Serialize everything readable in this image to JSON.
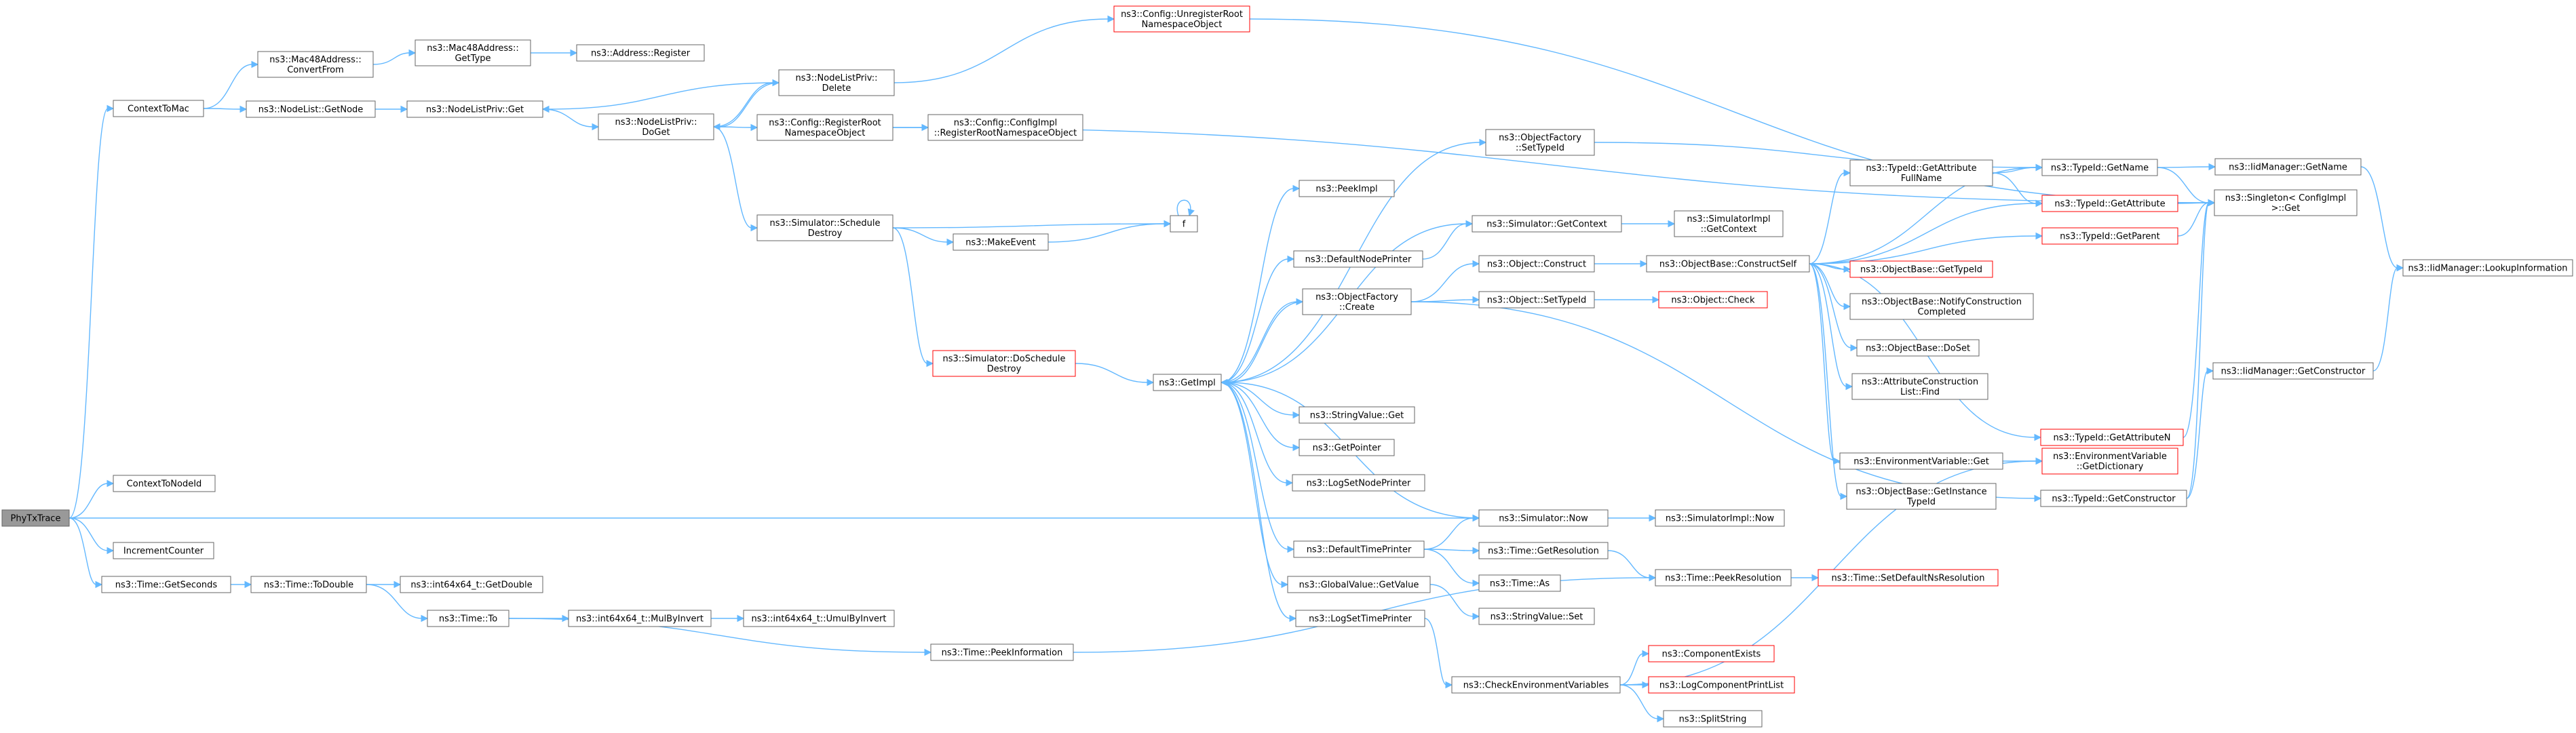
{
  "nodes": [
    {
      "id": "phytx",
      "lines": [
        "PhyTxTrace"
      ],
      "root": true
    },
    {
      "id": "ctxmac",
      "lines": [
        "ContextToMac"
      ]
    },
    {
      "id": "ctxnode",
      "lines": [
        "ContextToNodeId"
      ]
    },
    {
      "id": "incr",
      "lines": [
        "IncrementCounter"
      ]
    },
    {
      "id": "getsec",
      "lines": [
        "ns3::Time::GetSeconds"
      ]
    },
    {
      "id": "mac48conv",
      "lines": [
        "ns3::Mac48Address::",
        "ConvertFrom"
      ]
    },
    {
      "id": "nodelistget",
      "lines": [
        "ns3::NodeList::GetNode"
      ]
    },
    {
      "id": "mac48type",
      "lines": [
        "ns3::Mac48Address::",
        "GetType"
      ]
    },
    {
      "id": "addrreg",
      "lines": [
        "ns3::Address::Register"
      ]
    },
    {
      "id": "nlpget",
      "lines": [
        "ns3::NodeListPriv::Get"
      ]
    },
    {
      "id": "nlpdoget",
      "lines": [
        "ns3::NodeListPriv::",
        "DoGet"
      ]
    },
    {
      "id": "nlpdelete",
      "lines": [
        "ns3::NodeListPriv::",
        "Delete"
      ]
    },
    {
      "id": "cfgunreg",
      "lines": [
        "ns3::Config::UnregisterRoot",
        "NamespaceObject"
      ],
      "truncated": true
    },
    {
      "id": "cfgreg",
      "lines": [
        "ns3::Config::RegisterRoot",
        "NamespaceObject"
      ]
    },
    {
      "id": "cfgimplreg",
      "lines": [
        "ns3::Config::ConfigImpl",
        "::RegisterRootNamespaceObject"
      ]
    },
    {
      "id": "simschedd",
      "lines": [
        "ns3::Simulator::Schedule",
        "Destroy"
      ]
    },
    {
      "id": "makeevent",
      "lines": [
        "ns3::MakeEvent"
      ]
    },
    {
      "id": "f",
      "lines": [
        "f"
      ]
    },
    {
      "id": "simdosched",
      "lines": [
        "ns3::Simulator::DoSchedule",
        "Destroy"
      ],
      "truncated": true
    },
    {
      "id": "getimpl",
      "lines": [
        "ns3::GetImpl"
      ]
    },
    {
      "id": "objfactsettype",
      "lines": [
        "ns3::ObjectFactory",
        "::SetTypeId"
      ]
    },
    {
      "id": "peekimpl",
      "lines": [
        "ns3::PeekImpl"
      ]
    },
    {
      "id": "simgetctx",
      "lines": [
        "ns3::Simulator::GetContext"
      ]
    },
    {
      "id": "simimplgetctx",
      "lines": [
        "ns3::SimulatorImpl",
        "::GetContext"
      ]
    },
    {
      "id": "defnodeprinter",
      "lines": [
        "ns3::DefaultNodePrinter"
      ]
    },
    {
      "id": "objfactcreate",
      "lines": [
        "ns3::ObjectFactory",
        "::Create"
      ]
    },
    {
      "id": "objconstruct",
      "lines": [
        "ns3::Object::Construct"
      ]
    },
    {
      "id": "objsettype",
      "lines": [
        "ns3::Object::SetTypeId"
      ]
    },
    {
      "id": "objcheck",
      "lines": [
        "ns3::Object::Check"
      ],
      "truncated": true
    },
    {
      "id": "objbaseconstruct",
      "lines": [
        "ns3::ObjectBase::ConstructSelf"
      ]
    },
    {
      "id": "strvalget",
      "lines": [
        "ns3::StringValue::Get"
      ]
    },
    {
      "id": "getpointer",
      "lines": [
        "ns3::GetPointer"
      ]
    },
    {
      "id": "logsetnode",
      "lines": [
        "ns3::LogSetNodePrinter"
      ]
    },
    {
      "id": "simnow",
      "lines": [
        "ns3::Simulator::Now"
      ]
    },
    {
      "id": "simimplnow",
      "lines": [
        "ns3::SimulatorImpl::Now"
      ]
    },
    {
      "id": "deftimeprinter",
      "lines": [
        "ns3::DefaultTimePrinter"
      ]
    },
    {
      "id": "timegetres",
      "lines": [
        "ns3::Time::GetResolution"
      ]
    },
    {
      "id": "timeas",
      "lines": [
        "ns3::Time::As"
      ]
    },
    {
      "id": "globalvalget",
      "lines": [
        "ns3::GlobalValue::GetValue"
      ]
    },
    {
      "id": "strvalset",
      "lines": [
        "ns3::StringValue::Set"
      ]
    },
    {
      "id": "logsettime",
      "lines": [
        "ns3::LogSetTimePrinter"
      ]
    },
    {
      "id": "timepeekres",
      "lines": [
        "ns3::Time::PeekResolution"
      ]
    },
    {
      "id": "timesetdef",
      "lines": [
        "ns3::Time::SetDefaultNsResolution"
      ],
      "truncated": true
    },
    {
      "id": "checkenv",
      "lines": [
        "ns3::CheckEnvironmentVariables"
      ]
    },
    {
      "id": "compexists",
      "lines": [
        "ns3::ComponentExists"
      ],
      "truncated": true
    },
    {
      "id": "logcompprint",
      "lines": [
        "ns3::LogComponentPrintList"
      ],
      "truncated": true
    },
    {
      "id": "splitstring",
      "lines": [
        "ns3::SplitString"
      ]
    },
    {
      "id": "todouble",
      "lines": [
        "ns3::Time::ToDouble"
      ]
    },
    {
      "id": "int64getdouble",
      "lines": [
        "ns3::int64x64_t::GetDouble"
      ]
    },
    {
      "id": "timeto",
      "lines": [
        "ns3::Time::To"
      ]
    },
    {
      "id": "int64mulbyinv",
      "lines": [
        "ns3::int64x64_t::MulByInvert"
      ]
    },
    {
      "id": "int64umulbyinv",
      "lines": [
        "ns3::int64x64_t::UmulByInvert"
      ]
    },
    {
      "id": "timepeekinfo",
      "lines": [
        "ns3::Time::PeekInformation"
      ]
    },
    {
      "id": "typeidgetattrfull",
      "lines": [
        "ns3::TypeId::GetAttribute",
        "FullName"
      ]
    },
    {
      "id": "typeidgetname",
      "lines": [
        "ns3::TypeId::GetName"
      ]
    },
    {
      "id": "typeidgetattr",
      "lines": [
        "ns3::TypeId::GetAttribute"
      ],
      "truncated": true
    },
    {
      "id": "typeidgetparent",
      "lines": [
        "ns3::TypeId::GetParent"
      ],
      "truncated": true
    },
    {
      "id": "objbasegettype",
      "lines": [
        "ns3::ObjectBase::GetTypeId"
      ],
      "truncated": true
    },
    {
      "id": "objbasenotify",
      "lines": [
        "ns3::ObjectBase::NotifyConstruction",
        "Completed"
      ]
    },
    {
      "id": "objbasedoset",
      "lines": [
        "ns3::ObjectBase::DoSet"
      ]
    },
    {
      "id": "attrconstrfind",
      "lines": [
        "ns3::AttributeConstruction",
        "List::Find"
      ]
    },
    {
      "id": "typeidgetattrn",
      "lines": [
        "ns3::TypeId::GetAttributeN"
      ],
      "truncated": true
    },
    {
      "id": "envvarget",
      "lines": [
        "ns3::EnvironmentVariable::Get"
      ]
    },
    {
      "id": "objbasegetinst",
      "lines": [
        "ns3::ObjectBase::GetInstance",
        "TypeId"
      ]
    },
    {
      "id": "envvardict",
      "lines": [
        "ns3::EnvironmentVariable",
        "::GetDictionary"
      ],
      "truncated": true
    },
    {
      "id": "typeidgetctor",
      "lines": [
        "ns3::TypeId::GetConstructor"
      ]
    },
    {
      "id": "iidgetname",
      "lines": [
        "ns3::IidManager::GetName"
      ]
    },
    {
      "id": "singletonget",
      "lines": [
        "ns3::Singleton< ConfigImpl",
        " >::Get"
      ]
    },
    {
      "id": "iidlookup",
      "lines": [
        "ns3::IidManager::LookupInformation"
      ]
    },
    {
      "id": "iidgetctor",
      "lines": [
        "ns3::IidManager::GetConstructor"
      ]
    }
  ],
  "edges": [
    [
      "phytx",
      "ctxmac"
    ],
    [
      "phytx",
      "ctxnode"
    ],
    [
      "phytx",
      "incr"
    ],
    [
      "phytx",
      "getsec"
    ],
    [
      "phytx",
      "simnow"
    ],
    [
      "ctxmac",
      "mac48conv"
    ],
    [
      "ctxmac",
      "nodelistget"
    ],
    [
      "mac48conv",
      "mac48type"
    ],
    [
      "mac48type",
      "addrreg"
    ],
    [
      "nodelistget",
      "nlpget"
    ],
    [
      "nlpget",
      "nlpdoget"
    ],
    [
      "nlpdoget",
      "nlpdelete"
    ],
    [
      "nlpdelete",
      "nlpget"
    ],
    [
      "nlpdelete",
      "nlpdoget"
    ],
    [
      "nlpdelete",
      "cfgunreg"
    ],
    [
      "nlpdoget",
      "cfgreg"
    ],
    [
      "nlpdoget",
      "simschedd"
    ],
    [
      "cfgreg",
      "cfgimplreg"
    ],
    [
      "cfgreg",
      "singletonget"
    ],
    [
      "cfgunreg",
      "singletonget"
    ],
    [
      "simschedd",
      "makeevent"
    ],
    [
      "simschedd",
      "f"
    ],
    [
      "simschedd",
      "simdosched"
    ],
    [
      "makeevent",
      "f"
    ],
    [
      "f",
      "f"
    ],
    [
      "simdosched",
      "getimpl"
    ],
    [
      "getimpl",
      "objfactsettype"
    ],
    [
      "getimpl",
      "peekimpl"
    ],
    [
      "getimpl",
      "simgetctx"
    ],
    [
      "getimpl",
      "defnodeprinter"
    ],
    [
      "getimpl",
      "objfactcreate"
    ],
    [
      "getimpl",
      "strvalget"
    ],
    [
      "getimpl",
      "getpointer"
    ],
    [
      "getimpl",
      "logsetnode"
    ],
    [
      "getimpl",
      "deftimeprinter"
    ],
    [
      "getimpl",
      "globalvalget"
    ],
    [
      "getimpl",
      "logsettime"
    ],
    [
      "objfactsettype",
      "typeidgetname"
    ],
    [
      "simgetctx",
      "simimplgetctx"
    ],
    [
      "defnodeprinter",
      "simgetctx"
    ],
    [
      "objfactcreate",
      "getimpl"
    ],
    [
      "objfactcreate",
      "objconstruct"
    ],
    [
      "objfactcreate",
      "objsettype"
    ],
    [
      "objfactcreate",
      "typeidgetctor"
    ],
    [
      "objconstruct",
      "objbaseconstruct"
    ],
    [
      "objsettype",
      "objcheck"
    ],
    [
      "objbaseconstruct",
      "typeidgetattrfull"
    ],
    [
      "objbaseconstruct",
      "typeidgetname"
    ],
    [
      "objbaseconstruct",
      "typeidgetattr"
    ],
    [
      "objbaseconstruct",
      "typeidgetparent"
    ],
    [
      "objbaseconstruct",
      "objbasegettype"
    ],
    [
      "objbaseconstruct",
      "objbasenotify"
    ],
    [
      "objbaseconstruct",
      "objbasedoset"
    ],
    [
      "objbaseconstruct",
      "attrconstrfind"
    ],
    [
      "objbaseconstruct",
      "typeidgetattrn"
    ],
    [
      "objbaseconstruct",
      "envvarget"
    ],
    [
      "objbaseconstruct",
      "objbasegetinst"
    ],
    [
      "typeidgetattrfull",
      "typeidgetname"
    ],
    [
      "typeidgetattrfull",
      "typeidgetattr"
    ],
    [
      "typeidgetname",
      "iidgetname"
    ],
    [
      "typeidgetname",
      "singletonget"
    ],
    [
      "typeidgetattr",
      "singletonget"
    ],
    [
      "typeidgetparent",
      "singletonget"
    ],
    [
      "typeidgetattrn",
      "singletonget"
    ],
    [
      "iidgetname",
      "iidlookup"
    ],
    [
      "typeidgetctor",
      "iidgetctor"
    ],
    [
      "typeidgetctor",
      "singletonget"
    ],
    [
      "iidgetctor",
      "iidlookup"
    ],
    [
      "envvarget",
      "envvardict"
    ],
    [
      "simnow",
      "getimpl"
    ],
    [
      "simnow",
      "simimplnow"
    ],
    [
      "deftimeprinter",
      "simnow"
    ],
    [
      "deftimeprinter",
      "timegetres"
    ],
    [
      "deftimeprinter",
      "timeas"
    ],
    [
      "timegetres",
      "timepeekres"
    ],
    [
      "timepeekres",
      "timesetdef"
    ],
    [
      "globalvalget",
      "strvalset"
    ],
    [
      "logsettime",
      "checkenv"
    ],
    [
      "checkenv",
      "compexists"
    ],
    [
      "checkenv",
      "logcompprint"
    ],
    [
      "checkenv",
      "splitstring"
    ],
    [
      "checkenv",
      "envvardict"
    ],
    [
      "getsec",
      "todouble"
    ],
    [
      "todouble",
      "int64getdouble"
    ],
    [
      "todouble",
      "timeto"
    ],
    [
      "timeto",
      "int64mulbyinv"
    ],
    [
      "int64mulbyinv",
      "int64umulbyinv"
    ],
    [
      "timeto",
      "timepeekinfo"
    ],
    [
      "timepeekinfo",
      "timepeekres"
    ]
  ]
}
